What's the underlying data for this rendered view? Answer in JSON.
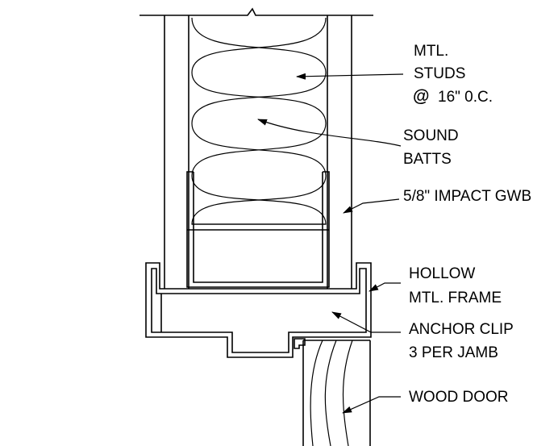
{
  "labels": {
    "studs": [
      "MTL.",
      "STUDS",
      "@",
      "16\" 0.C."
    ],
    "batts": [
      "SOUND",
      "BATTS"
    ],
    "gwb": [
      "5/8\" IMPACT GWB"
    ],
    "frame": [
      "HOLLOW",
      "MTL. FRAME"
    ],
    "clip": [
      "ANCHOR CLIP",
      "3 PER JAMB"
    ],
    "door": [
      "WOOD DOOR"
    ]
  }
}
